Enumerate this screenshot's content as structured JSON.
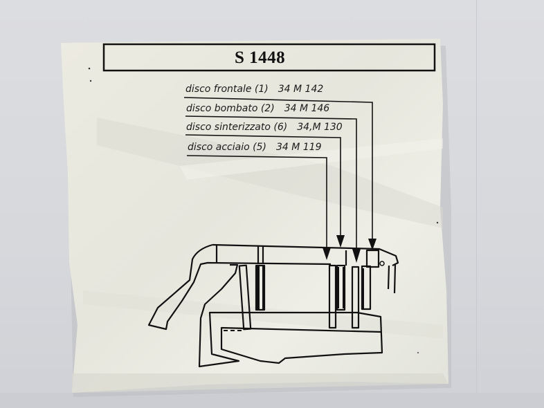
{
  "document": {
    "title": "S 1448",
    "parts": [
      {
        "name": "disco frontale (1)",
        "code": "34 M 142"
      },
      {
        "name": "disco  bombato (2)",
        "code": "34 M 146"
      },
      {
        "name": "disco  sinterizzato (6)",
        "code": "34,M 130"
      },
      {
        "name": "disco  acciaio (5)",
        "code": "34 M 119"
      }
    ]
  },
  "colors": {
    "background": "#d9dade",
    "paper": "#ecece4",
    "ink": "#111111"
  }
}
